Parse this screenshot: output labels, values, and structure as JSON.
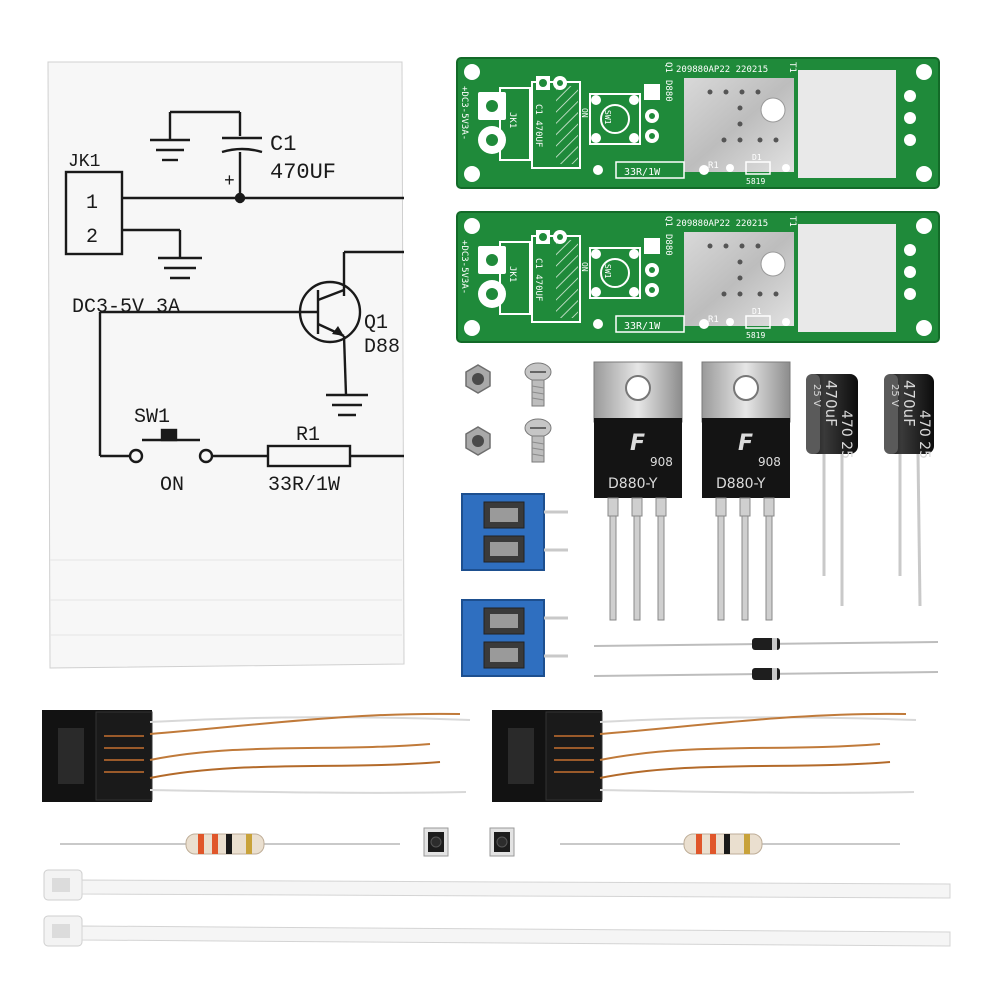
{
  "schematic": {
    "c1_ref": "C1",
    "c1_value": "470UF",
    "c1_plus": "+",
    "jk1_ref": "JK1",
    "jk1_pin1": "1",
    "jk1_pin2": "2",
    "supply_spec": "DC3-5V 3A",
    "q1_ref": "Q1",
    "q1_part": "D88",
    "sw1_ref": "SW1",
    "sw1_label": "ON",
    "r1_ref": "R1",
    "r1_value": "33R/1W"
  },
  "pcb": {
    "q1_ref": "Q1",
    "q1_part": "D880",
    "marking": "209880AP22 220215",
    "t1_ref": "T1",
    "c1_label": "C1 470UF",
    "jk1_ref": "JK1",
    "input_label": "+DC3-5V3A-",
    "on_label": "ON",
    "sw1_ref": "SW1",
    "r1_ref": "R1",
    "r1_value": "33R/1W",
    "d1_ref": "D1",
    "d1_part": "5819"
  },
  "transistor": {
    "part": "D880-Y",
    "code": "908",
    "logo": "F"
  },
  "capacitor": {
    "value": "470uF",
    "voltage": "25 V",
    "side": "470 25"
  },
  "colors": {
    "pcb_green": "#1f8a3a",
    "terminal_blue": "#2f6fc0",
    "copper": "#c07a3a"
  }
}
